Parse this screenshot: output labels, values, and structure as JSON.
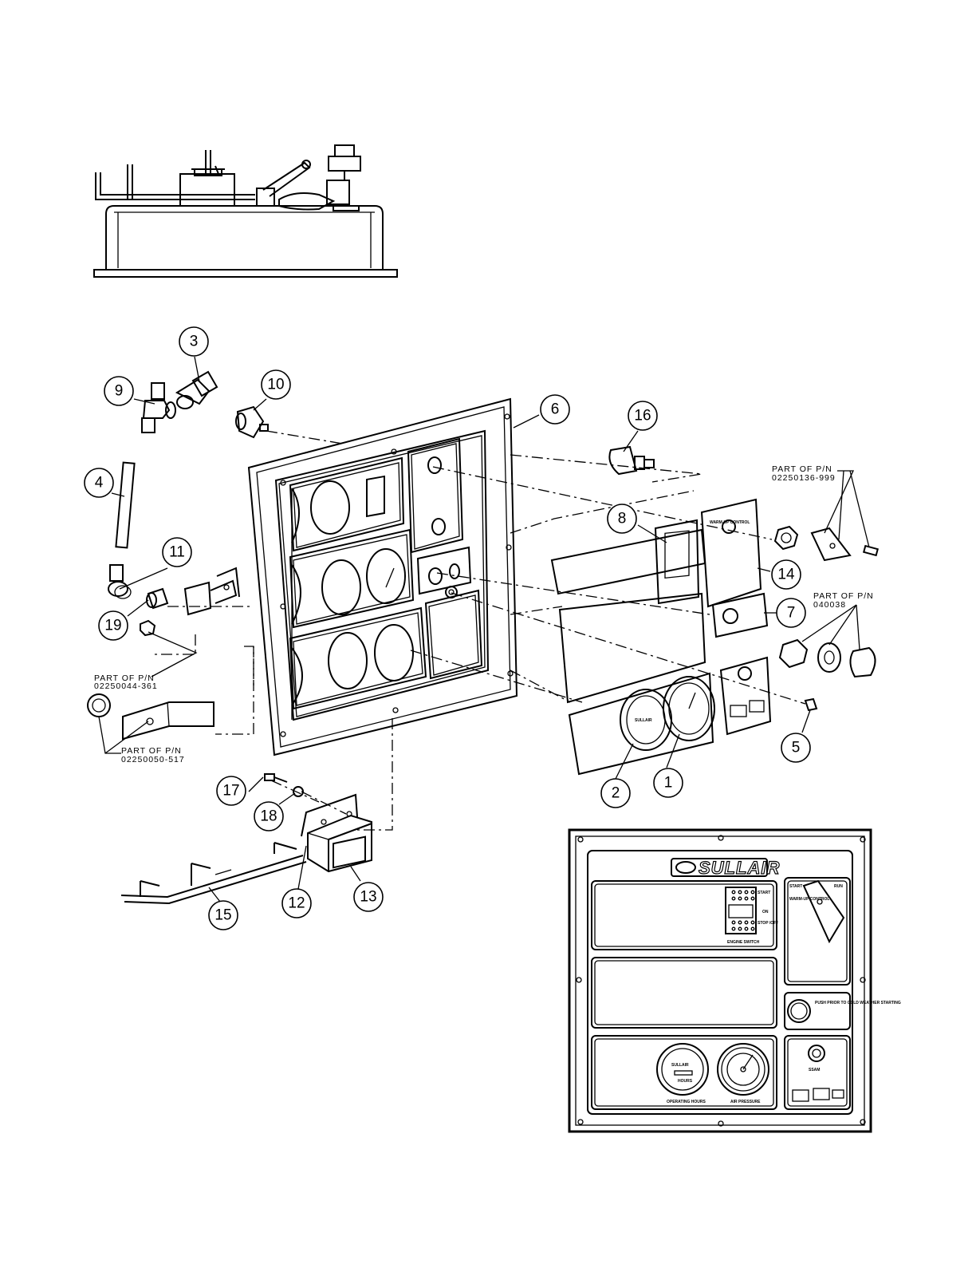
{
  "callouts": [
    {
      "id": "1",
      "label": "1"
    },
    {
      "id": "2",
      "label": "2"
    },
    {
      "id": "3",
      "label": "3"
    },
    {
      "id": "4",
      "label": "4"
    },
    {
      "id": "5",
      "label": "5"
    },
    {
      "id": "6",
      "label": "6"
    },
    {
      "id": "7",
      "label": "7"
    },
    {
      "id": "8",
      "label": "8"
    },
    {
      "id": "9",
      "label": "9"
    },
    {
      "id": "10",
      "label": "10"
    },
    {
      "id": "11",
      "label": "11"
    },
    {
      "id": "12",
      "label": "12"
    },
    {
      "id": "13",
      "label": "13"
    },
    {
      "id": "14",
      "label": "14"
    },
    {
      "id": "15",
      "label": "15"
    },
    {
      "id": "16",
      "label": "16"
    },
    {
      "id": "17",
      "label": "17"
    },
    {
      "id": "18",
      "label": "18"
    },
    {
      "id": "19",
      "label": "19"
    }
  ],
  "part_notes": {
    "kit_136": {
      "line1": "PART OF P/N",
      "line2": "02250136-999"
    },
    "kit_040038": {
      "line1": "PART OF P/N",
      "line2": "040038"
    },
    "kit_044": {
      "line1": "PART OF P/N",
      "line2": "02250044-361"
    },
    "kit_050": {
      "line1": "PART OF P/N",
      "line2": "02250050-517"
    }
  },
  "panel": {
    "brand": "SULLAIR",
    "engine_switch": "ENGINE SWITCH",
    "start": "START",
    "on": "ON",
    "stop_off": "STOP /OFF",
    "run": "RUN",
    "warmup_control": "WARM-UP CONTROL",
    "push_prior": "PUSH PRIOR TO COLD WEATHER STARTING",
    "operating_hours": "OPERATING HOURS",
    "air_pressure": "AIR PRESSURE",
    "hours": "HOURS",
    "ssam": "SSAM"
  },
  "colors": {
    "ink": "#000000",
    "paper": "#ffffff"
  }
}
